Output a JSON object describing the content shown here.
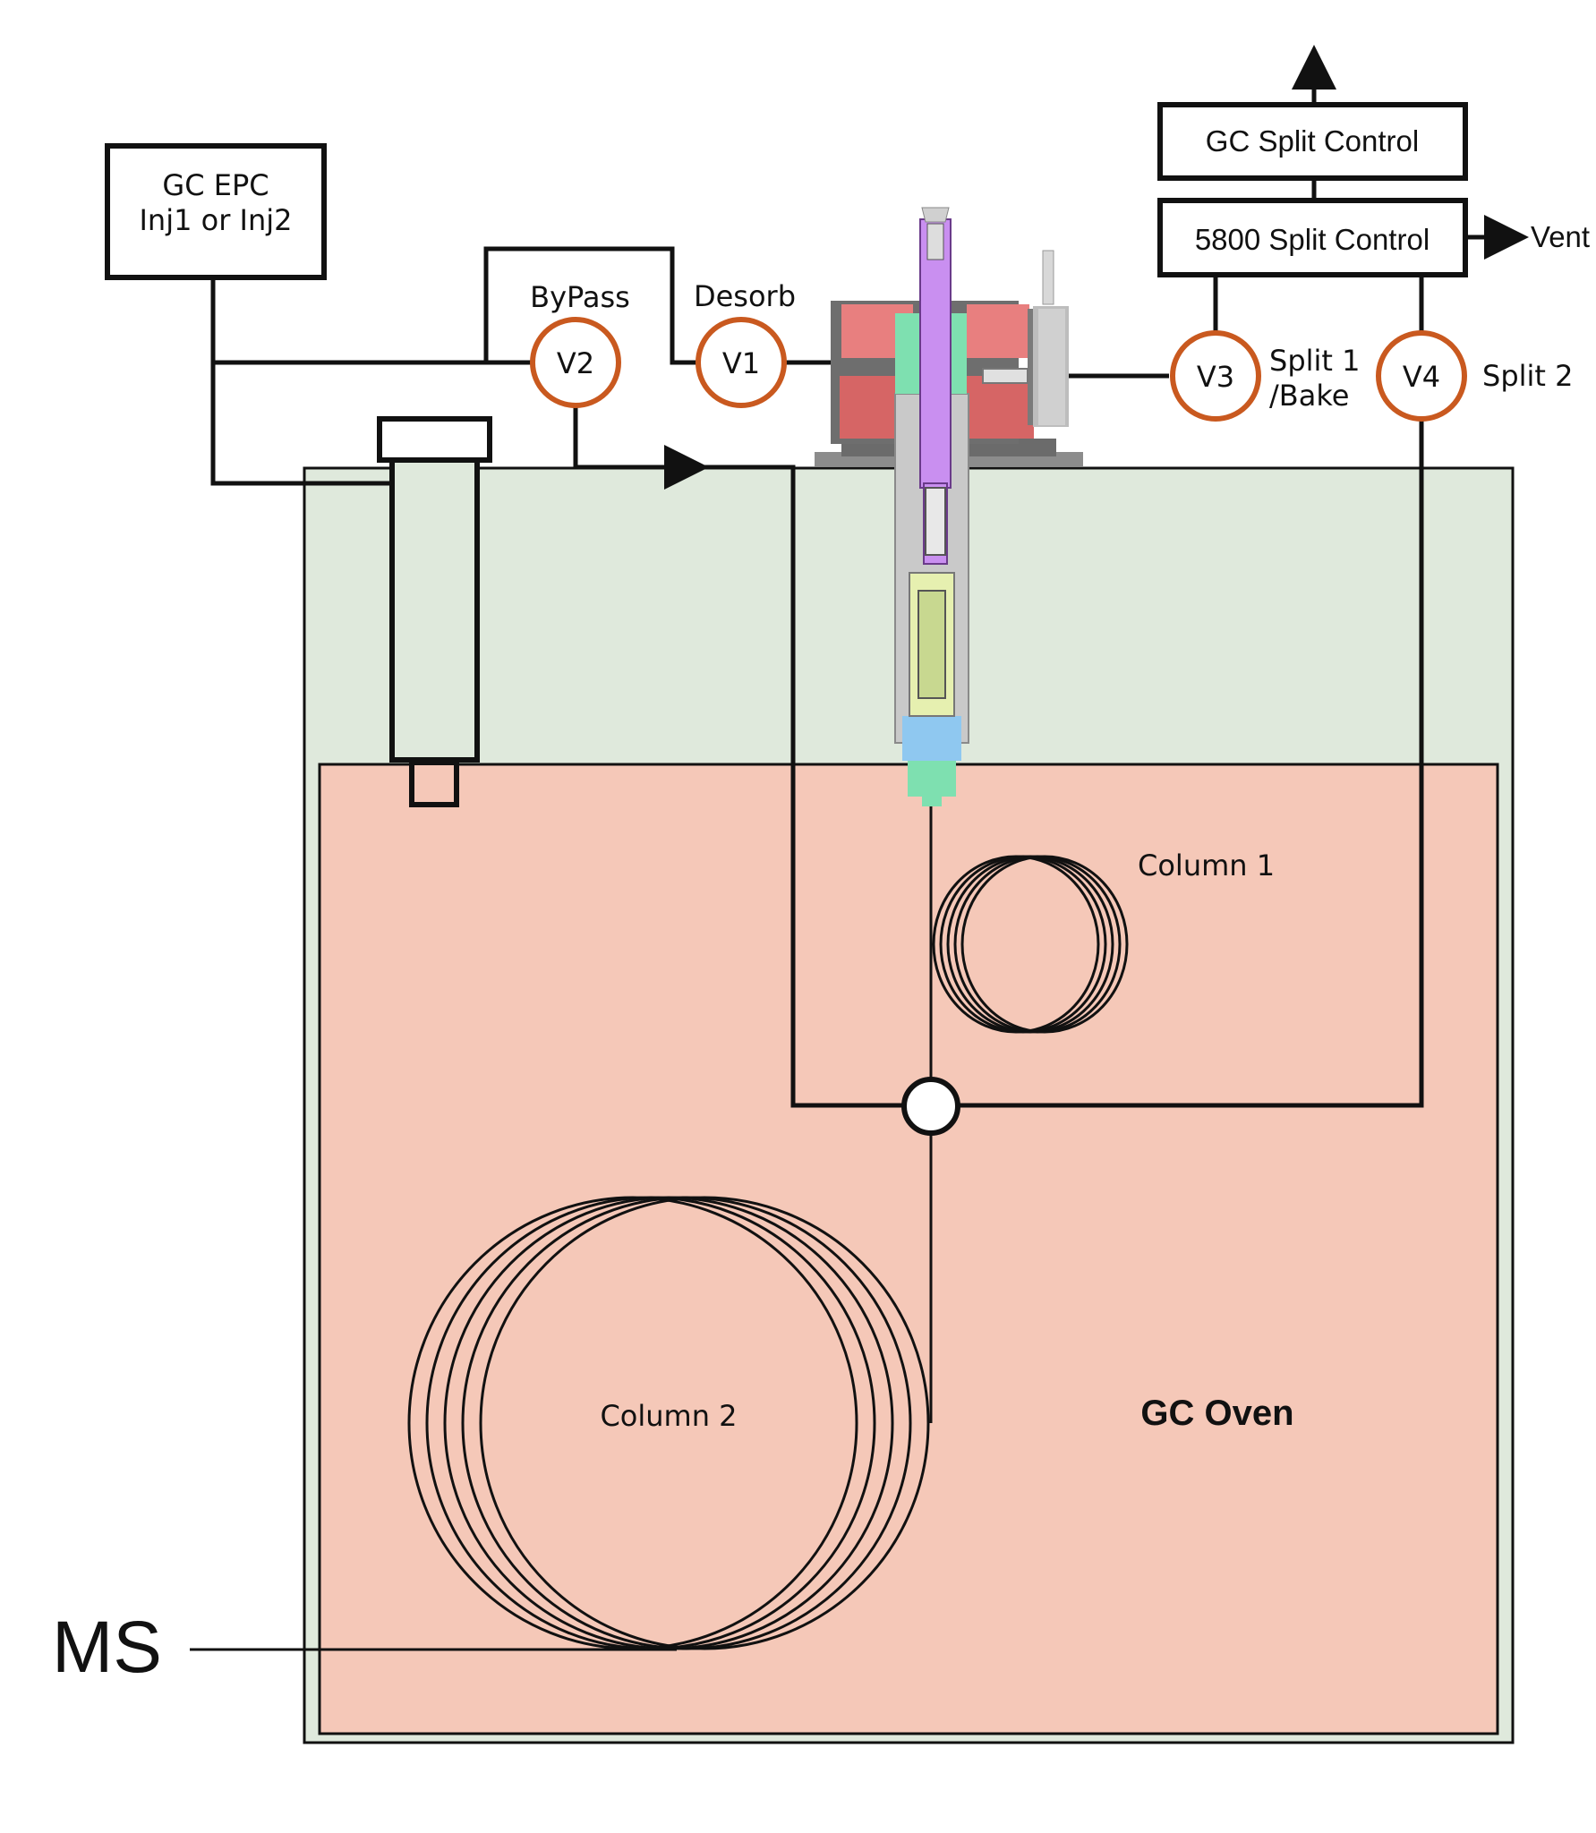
{
  "boxes": {
    "gc_epc_line1": "GC EPC",
    "gc_epc_line2": "Inj1 or Inj2",
    "gc_split": "GC Split Control",
    "split_5800": "5800 Split Control"
  },
  "labels": {
    "vent": "Vent",
    "bypass": "ByPass",
    "desorb": "Desorb",
    "split1_line1": "Split 1",
    "split1_line2": "/Bake",
    "split2": "Split 2",
    "column1": "Column 1",
    "column2": "Column 2",
    "gc_oven": "GC Oven",
    "ms": "MS"
  },
  "valves": {
    "v1": "V1",
    "v2": "V2",
    "v3": "V3",
    "v4": "V4"
  },
  "colors": {
    "outer_zone": "#dfe9dc",
    "oven": "#f5c8b8",
    "valve_ring": "#c9591f",
    "heater_block": "#e87f7f",
    "tube": "#c98ff0",
    "fitting": "#7ee0b0"
  }
}
